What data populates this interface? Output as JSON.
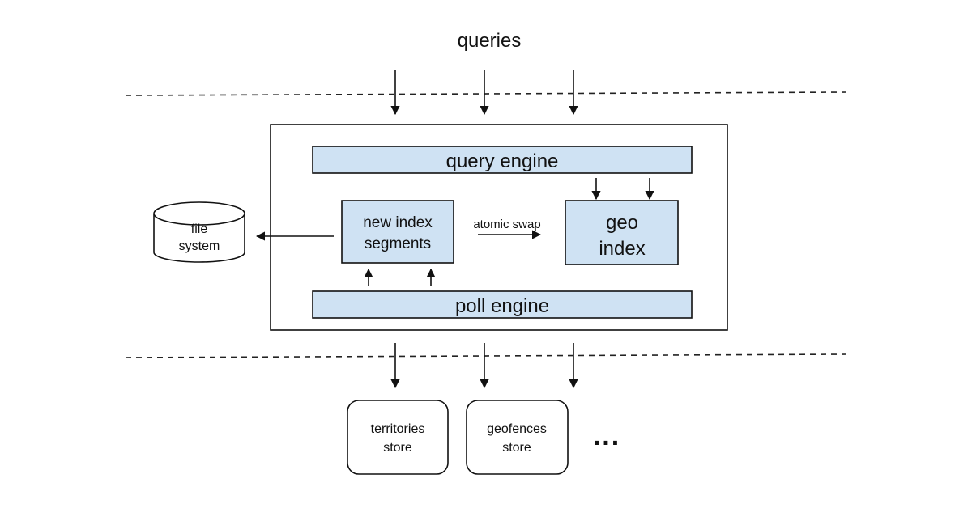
{
  "header": {
    "queries_label": "queries"
  },
  "service": {
    "query_engine_label": "query engine",
    "poll_engine_label": "poll engine",
    "new_index_line1": "new index",
    "new_index_line2": "segments",
    "swap_label": "atomic swap",
    "geo_index_line1": "geo",
    "geo_index_line2": "index"
  },
  "file_system": {
    "line1": "file",
    "line2": "system"
  },
  "stores": [
    {
      "line1": "territories",
      "line2": "store"
    },
    {
      "line1": "geofences",
      "line2": "store"
    }
  ],
  "ellipsis": "...",
  "colors": {
    "component_fill": "#cfe2f3",
    "stroke": "#111111"
  }
}
